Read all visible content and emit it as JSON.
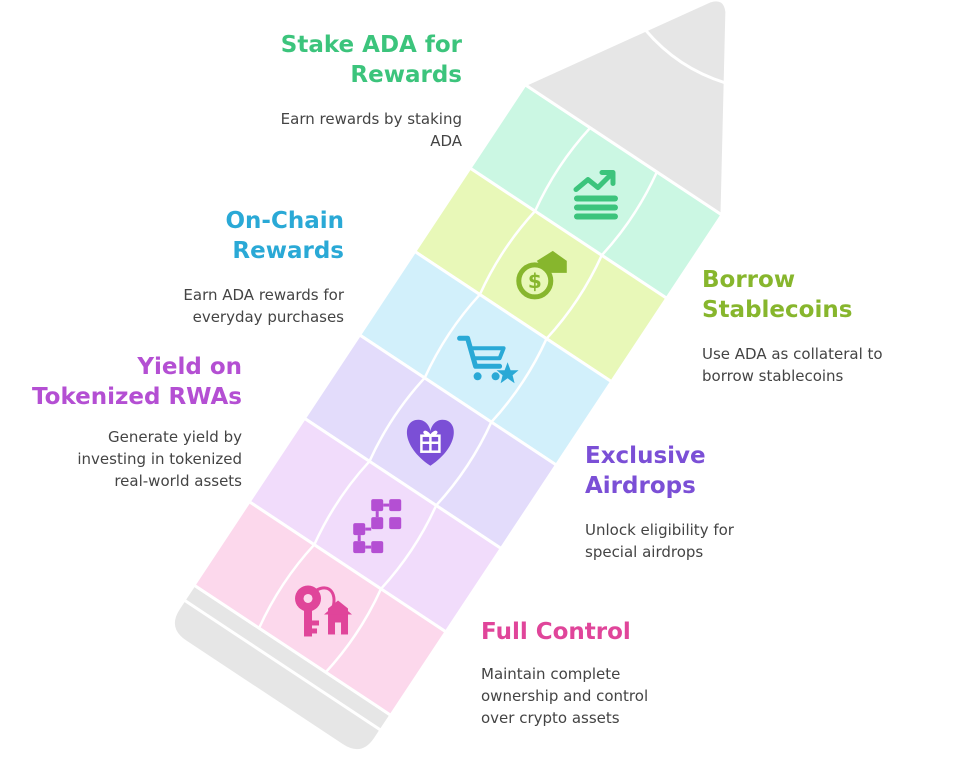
{
  "colors": {
    "stake": "#3cc47c",
    "onchain": "#2aa9d6",
    "rwa": "#b44fd3",
    "borrow": "#87b62d",
    "airdrops": "#7b4fd6",
    "control": "#e0459a"
  },
  "segments": [
    {
      "key": "stake",
      "icon": "trending-chart-coins-icon",
      "fill": "#cbf7e3",
      "icon_color": "#3cc47c"
    },
    {
      "key": "borrow",
      "icon": "hand-dollar-coin-icon",
      "fill": "#e8f8b8",
      "icon_color": "#87b62d"
    },
    {
      "key": "onchain",
      "icon": "shopping-cart-star-icon",
      "fill": "#d2f0fb",
      "icon_color": "#2aa9d6"
    },
    {
      "key": "airdrops",
      "icon": "heart-gift-icon",
      "fill": "#e3dcfb",
      "icon_color": "#7b4fd6"
    },
    {
      "key": "rwa",
      "icon": "blocks-network-icon",
      "fill": "#f1dcfb",
      "icon_color": "#b44fd3"
    },
    {
      "key": "control",
      "icon": "key-house-icon",
      "fill": "#fcd8ec",
      "icon_color": "#e0459a"
    }
  ],
  "items": {
    "stake": {
      "title_lines": [
        "Stake ADA for",
        "Rewards"
      ],
      "desc_lines": [
        "Earn rewards by staking",
        "ADA"
      ]
    },
    "onchain": {
      "title_lines": [
        "On-Chain",
        "Rewards"
      ],
      "desc_lines": [
        "Earn ADA rewards for",
        "everyday purchases"
      ]
    },
    "rwa": {
      "title_lines": [
        "Yield on",
        "Tokenized RWAs"
      ],
      "desc_lines": [
        "Generate yield by",
        "investing in tokenized",
        "real-world assets"
      ]
    },
    "borrow": {
      "title_lines": [
        "Borrow",
        "Stablecoins"
      ],
      "desc_lines": [
        "Use ADA as collateral to",
        "borrow stablecoins"
      ]
    },
    "airdrops": {
      "title_lines": [
        "Exclusive",
        "Airdrops"
      ],
      "desc_lines": [
        "Unlock eligibility for",
        "special airdrops"
      ]
    },
    "control": {
      "title_lines": [
        "Full Control"
      ],
      "desc_lines": [
        "Maintain complete",
        "ownership and control",
        "over crypto assets"
      ]
    }
  }
}
